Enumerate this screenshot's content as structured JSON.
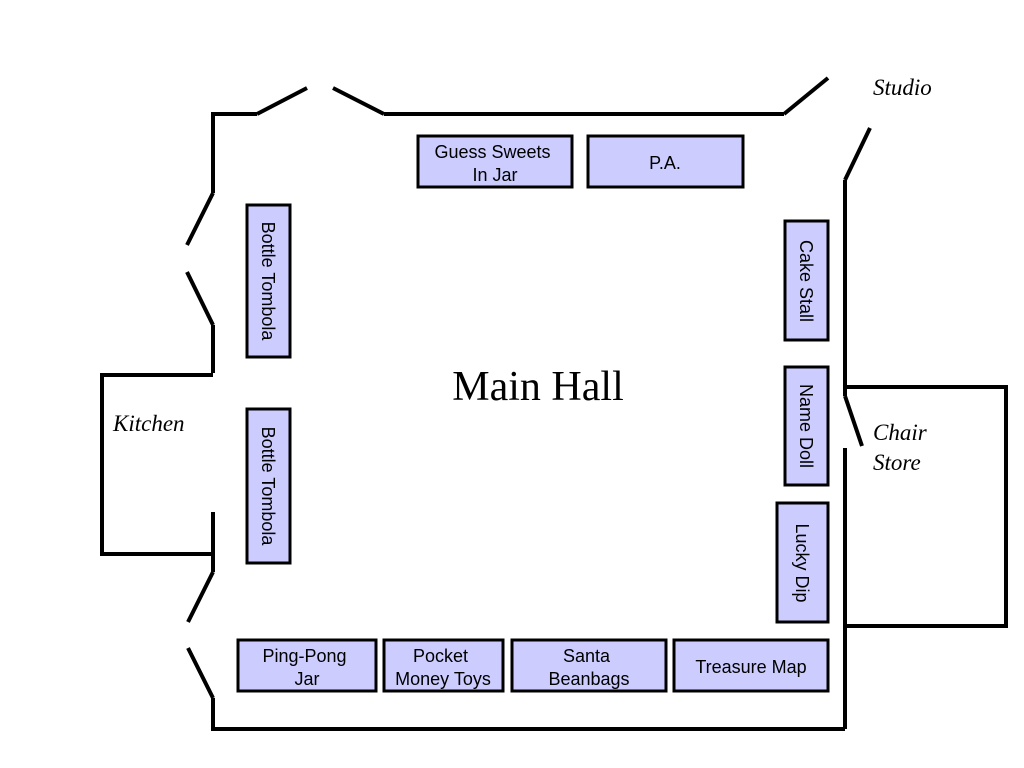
{
  "title": "Main Hall",
  "rooms": {
    "studio": "Studio",
    "kitchen": "Kitchen",
    "chair_store": [
      "Chair",
      "Store"
    ]
  },
  "stalls": {
    "guess_sweets": [
      "Guess Sweets",
      "In Jar"
    ],
    "pa": "P.A.",
    "bottle_tombola_upper": "Bottle Tombola",
    "bottle_tombola_lower": "Bottle Tombola",
    "cake_stall": "Cake Stall",
    "name_doll": "Name Doll",
    "lucky_dip": "Lucky Dip",
    "ping_pong_jar": [
      "Ping-Pong",
      "Jar"
    ],
    "pocket_money_toys": [
      "Pocket",
      "Money Toys"
    ],
    "santa_beanbags": [
      "Santa",
      "Beanbags"
    ],
    "treasure_map": "Treasure Map"
  },
  "colors": {
    "stall_fill": "#ccccff",
    "outline": "#000000"
  }
}
